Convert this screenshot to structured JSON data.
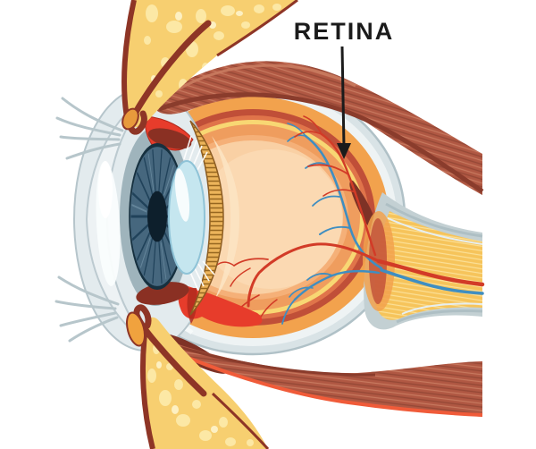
{
  "figure": {
    "kind": "anatomical illustration",
    "subject": "human eye cross-section with labeled retina"
  },
  "label": {
    "text": "RETINA",
    "color": "#1b1b1b"
  },
  "palette": {
    "background": "#ffffff",
    "fat_yellow": "#f7cf70",
    "fat_blob": "#fce9a8",
    "lid_maroon": "#8e3526",
    "muscle_red": "#b05843",
    "muscle_edge_bright": "#f05b39",
    "sclera_gray": "#d9e3e6",
    "choroid_orange": "#f2a24d",
    "retina_red": "#c04f38",
    "retina_yellow_line": "#f8d773",
    "retina_orange": "#ef9d5e",
    "vitreous_peach": "#f9d0a4",
    "iris_blue": "#46677e",
    "pupil_navy": "#0d1f2c",
    "lens_blue": "#c5e6ef",
    "ciliary_yellow": "#ecb45a",
    "nerve_yellow": "#f6c45b",
    "vessel_red": "#d23b27",
    "vessel_blue": "#3f8ec1",
    "conjunctiva_red": "#e73c2b"
  }
}
